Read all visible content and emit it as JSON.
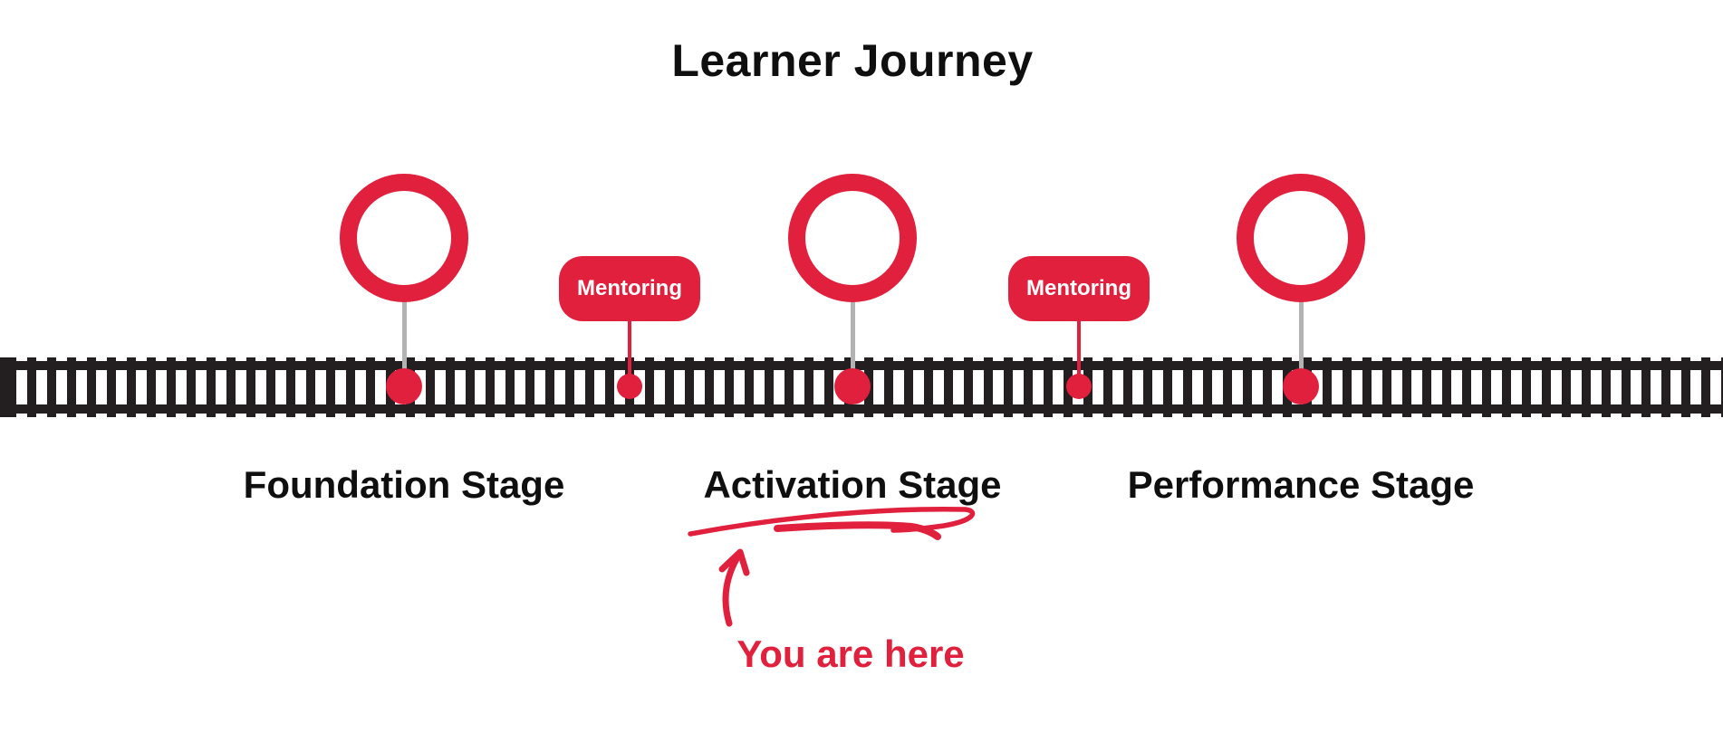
{
  "title": "Learner Journey",
  "colors": {
    "accent": "#E0203C",
    "track": "#231F20",
    "stem": "#B3B3B3",
    "text": "#0F0F0F",
    "bg": "#FFFFFF"
  },
  "stages": [
    {
      "label": "Foundation Stage"
    },
    {
      "label": "Activation Stage"
    },
    {
      "label": "Performance Stage"
    }
  ],
  "milestones": [
    {
      "label": "Mentoring"
    },
    {
      "label": "Mentoring"
    }
  ],
  "annotation": {
    "label": "You are here"
  }
}
